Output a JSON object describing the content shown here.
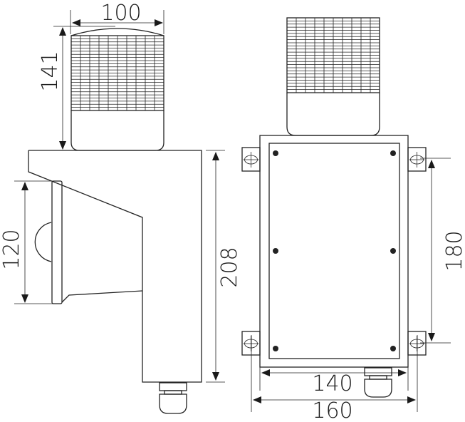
{
  "dimensions": {
    "beacon_width": "100",
    "beacon_height": "141",
    "lens_height": "120",
    "housing_height": "208",
    "mount_hole_spacing": "180",
    "housing_width": "140",
    "overall_width": "160"
  },
  "colors": {
    "line": "#222222",
    "background": "#ffffff"
  }
}
